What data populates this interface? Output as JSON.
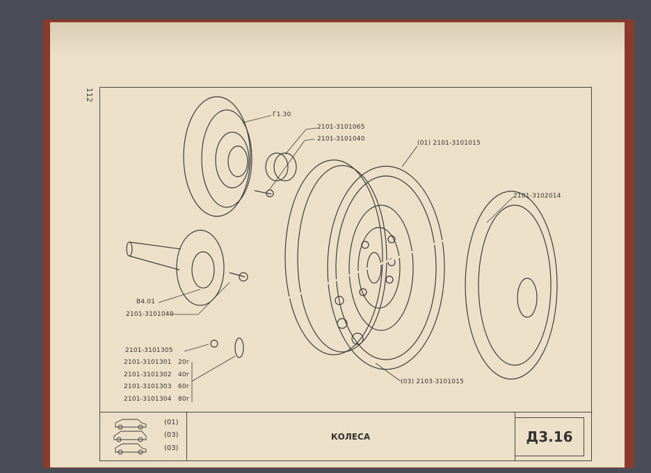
{
  "page_number": "112",
  "title": "КОЛЕСА",
  "sheet_code": "Д3.16",
  "callouts": {
    "hub_ref": "Г1.30",
    "cap": "2101-3101065",
    "bolt_top": "2101-3101040",
    "wheel_01": "(01) 2101-3101015",
    "hubcap": "2101-3102014",
    "axle_ref": "В4.01",
    "bolt_bottom": "2101-3101040",
    "valve": "2101-3101305",
    "wheel_03": "(03) 2103-3101015"
  },
  "weights": [
    {
      "part": "2101-3101301",
      "weight": "20г"
    },
    {
      "part": "2101-3101302",
      "weight": "40г"
    },
    {
      "part": "2101-3101303",
      "weight": "60г"
    },
    {
      "part": "2101-3101304",
      "weight": "80г"
    }
  ],
  "models": [
    "(01)",
    "(03)",
    "(03)"
  ]
}
